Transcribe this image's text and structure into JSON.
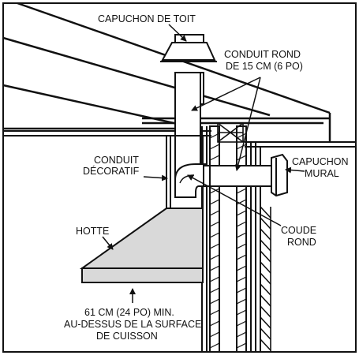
{
  "labels": {
    "roof_cap": "CAPUCHON DE TOIT",
    "round_duct_line1": "CONDUIT ROND",
    "round_duct_line2": "DE 15 CM (6 PO)",
    "decorative_duct_line1": "CONDUIT",
    "decorative_duct_line2": "DÉCORATIF",
    "wall_cap_line1": "CAPUCHON",
    "wall_cap_line2": "MURAL",
    "hood": "HOTTE",
    "round_elbow_line1": "COUDE",
    "round_elbow_line2": "ROND",
    "clearance_line1": "61 CM (24 PO) MIN.",
    "clearance_line2": "AU-DESSUS DE LA SURFACE",
    "clearance_line3": "DE CUISSON"
  },
  "colors": {
    "ink": "#111111",
    "hood_fill": "#d9d9d9",
    "background": "#ffffff"
  }
}
